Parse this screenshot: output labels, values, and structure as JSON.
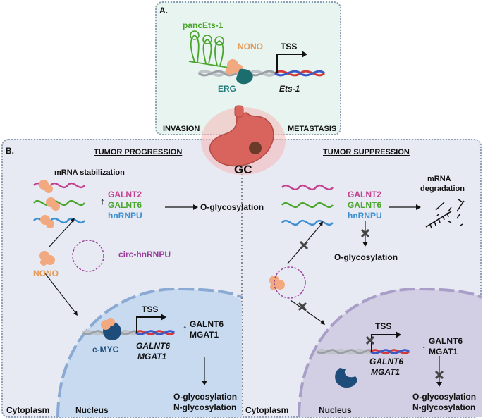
{
  "panelA": {
    "letter": "A.",
    "pancEts": "pancEts-1",
    "nono": "NONO",
    "tss": "TSS",
    "erg": "ERG",
    "ets1": "Ets-1",
    "invasion": "INVASION",
    "metastasis": "METASTASIS"
  },
  "center": {
    "gc": "GC"
  },
  "panelB": {
    "letter": "B.",
    "left": {
      "heading": "TUMOR PROGRESSION",
      "mrna_stab": "mRNA  stabilization",
      "galnt2": "GALNT2",
      "galnt6": "GALNT6",
      "hnrnpu": "hnRNPU",
      "up_arrow": "↑",
      "oglyco": "O-glycosylation",
      "circ": "circ-hnRNPU",
      "nono": "NONO",
      "tss": "TSS",
      "galnt6_it": "GALNT6",
      "mgat1_it": "MGAT1",
      "up_arrow2": "↑",
      "galnt6_b": "GALNT6",
      "mgat1_b": "MGAT1",
      "cmyc": "c-MYC",
      "o_glyco": "O-glycosylation",
      "n_glyco": "N-glycosylation",
      "cytoplasm": "Cytoplasm",
      "nucleus": "Nucleus"
    },
    "right": {
      "heading": "TUMOR SUPPRESSION",
      "mrna_deg_1": "mRNA",
      "mrna_deg_2": "degradation",
      "galnt2": "GALNT2",
      "galnt6": "GALNT6",
      "hnrnpu": "hnRNPU",
      "oglyco": "O-glycosylation",
      "tss": "TSS",
      "galnt6_it": "GALNT6",
      "mgat1_it": "MGAT1",
      "down_arrow": "↓",
      "galnt6_b": "GALNT6",
      "mgat1_b": "MGAT1",
      "o_glyco": "O-glycosylation",
      "n_glyco": "N-glycosylation",
      "cytoplasm": "Cytoplasm",
      "nucleus": "Nucleus"
    }
  },
  "colors": {
    "panelA_bg": "#e7f4ef",
    "panelB_bg": "#e7e9f3",
    "nucleus_left": "#c8daf0",
    "nucleus_right": "#d2cee3",
    "green_text": "#4aa52c",
    "orange_text": "#e59a55",
    "teal_text": "#1f7a7a",
    "magenta_text": "#c2408f",
    "blue_text": "#3a8fd0",
    "purple_text": "#9a3c9a",
    "navy_text": "#1e4d7a"
  }
}
